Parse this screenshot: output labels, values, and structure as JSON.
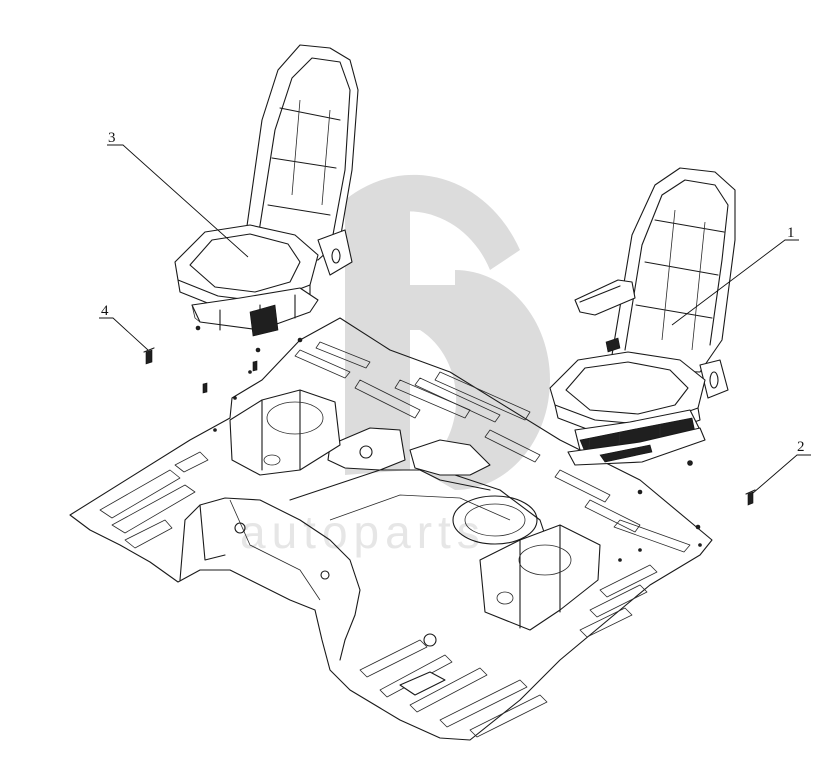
{
  "callouts": [
    {
      "number": "1",
      "part": "seat-right"
    },
    {
      "number": "2",
      "part": "fastener-right"
    },
    {
      "number": "3",
      "part": "seat-left"
    },
    {
      "number": "4",
      "part": "fastener-left"
    }
  ],
  "watermark": {
    "icon": "logo-watermark-icon",
    "color": "#d6d6d6"
  }
}
